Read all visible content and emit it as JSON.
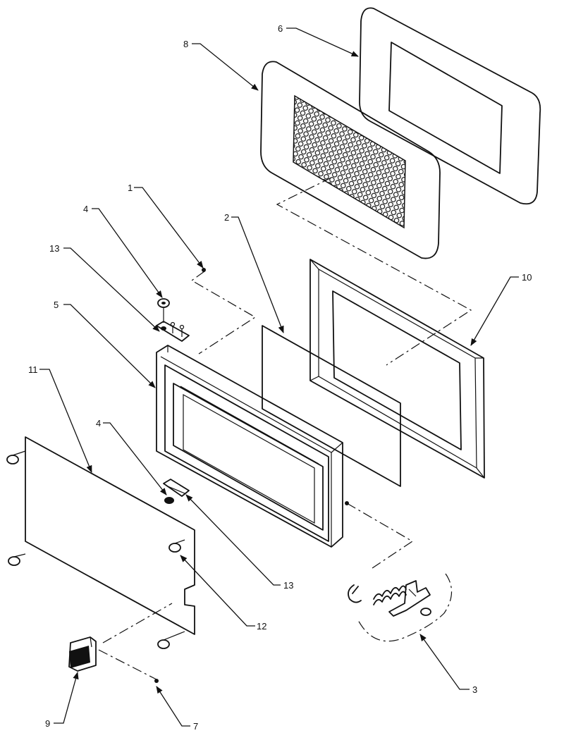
{
  "diagram": {
    "callouts": [
      {
        "id": "1",
        "label": "1"
      },
      {
        "id": "2",
        "label": "2"
      },
      {
        "id": "3",
        "label": "3"
      },
      {
        "id": "4a",
        "label": "4"
      },
      {
        "id": "4b",
        "label": "4"
      },
      {
        "id": "5",
        "label": "5"
      },
      {
        "id": "6",
        "label": "6"
      },
      {
        "id": "7",
        "label": "7"
      },
      {
        "id": "8",
        "label": "8"
      },
      {
        "id": "9",
        "label": "9"
      },
      {
        "id": "10",
        "label": "10"
      },
      {
        "id": "11",
        "label": "11"
      },
      {
        "id": "12",
        "label": "12"
      },
      {
        "id": "13a",
        "label": "13"
      },
      {
        "id": "13b",
        "label": "13"
      }
    ]
  }
}
